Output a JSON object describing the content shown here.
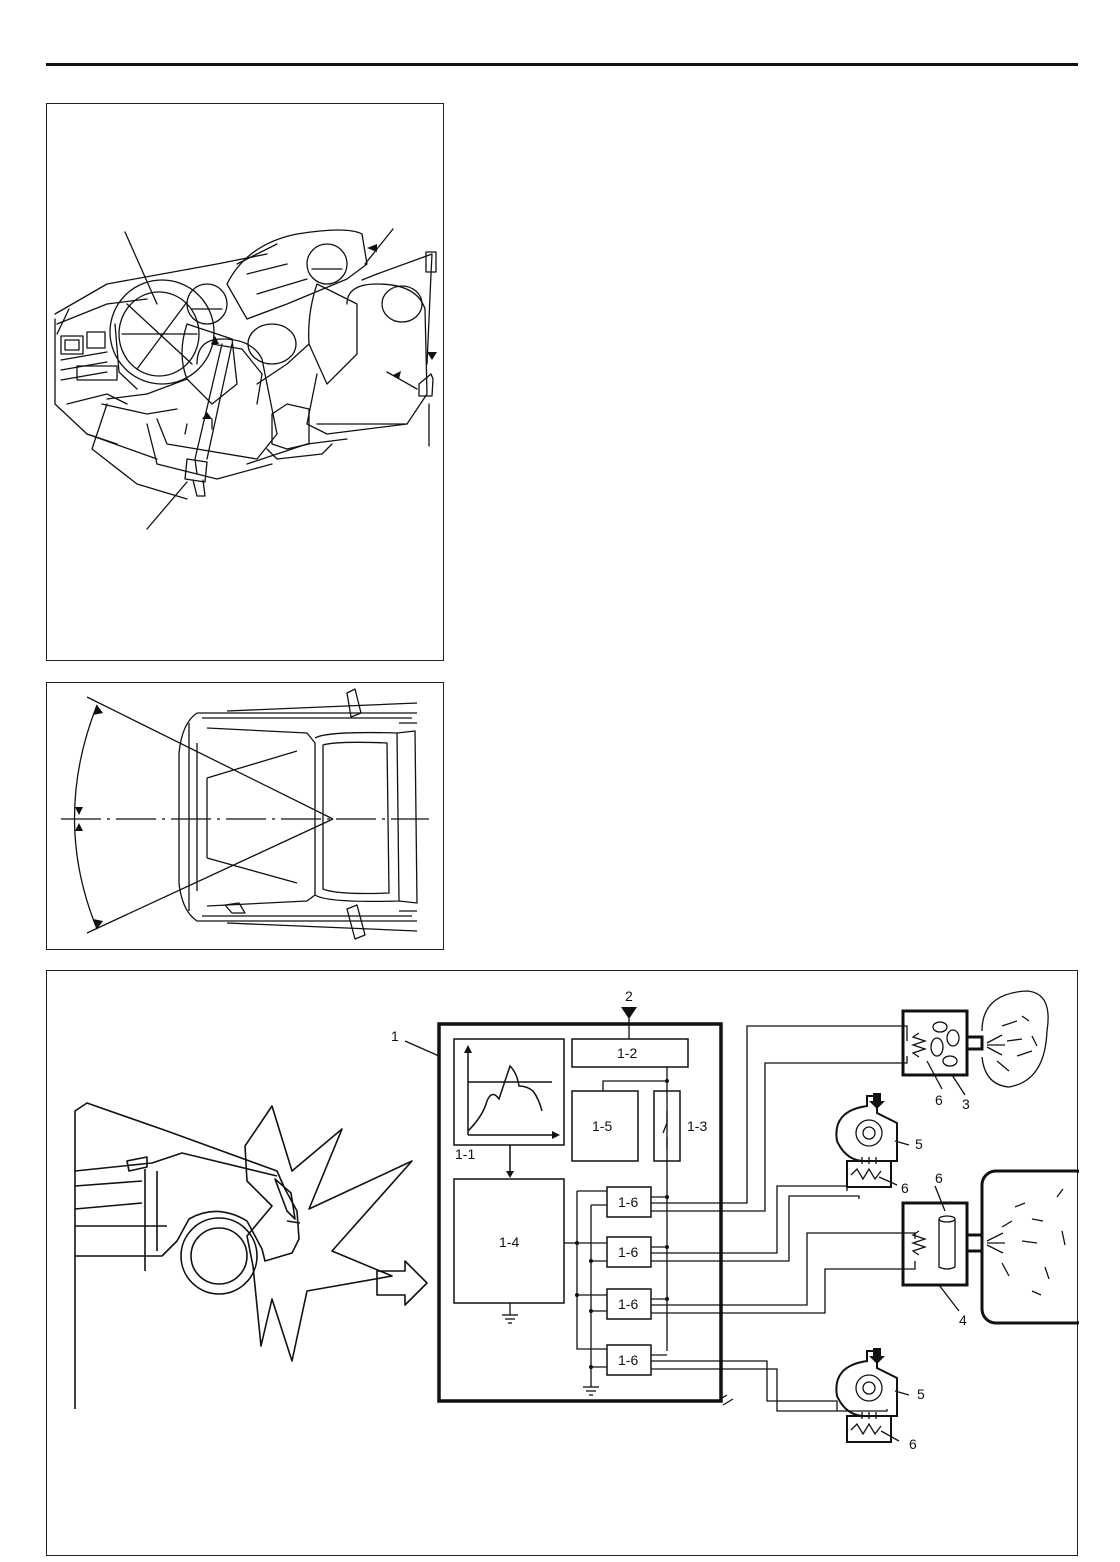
{
  "block_diagram": {
    "sdm": "1",
    "blocks": {
      "acceleration_curve": "1-1",
      "power_input": "1-2",
      "safing_switch": "1-3",
      "processor": "1-4",
      "energy_reserve": "1-5",
      "firing_circuits": [
        "1-6",
        "1-6",
        "1-6",
        "1-6"
      ]
    },
    "callouts": {
      "ignition_feed": "2",
      "driver_module": "3",
      "passenger_module": "4",
      "pretensioner_upper": "5",
      "pretensioner_lower": "5",
      "initiator_driver": "6",
      "initiator_pretensioner_upper": "6",
      "initiator_passenger": "6",
      "initiator_pretensioner_lower": "6"
    }
  }
}
